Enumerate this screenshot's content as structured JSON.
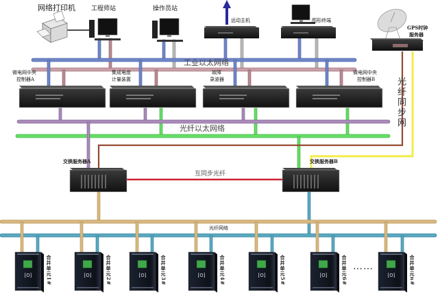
{
  "colors": {
    "industrial_ethernet_a": "#6f86c8",
    "industrial_ethernet_b": "#b98a92",
    "fiber_ethernet_a": "#a88bb8",
    "fiber_ethernet_b": "#66dd66",
    "fiber_sync": "#7a3a24",
    "fiber_sync_b": "#f2ec4a",
    "mutual_sync": "#cc2233",
    "fiber_network_a": "#d8b880",
    "fiber_network_b": "#5aa8c0",
    "uplink_arrow": "#2a2a9a",
    "device_body": "#1c1c1c",
    "gray_link": "#b8b8b8"
  },
  "top_devices": {
    "printer": "网络打印机",
    "engineer_station": "工程师站",
    "operator_station": "操作员站",
    "remote_host": "远动主机",
    "graphic_terminal": "图形终端",
    "gps_clock": [
      "GPS时钟",
      "服务器"
    ]
  },
  "networks": {
    "industrial_ethernet": "工业以太网络",
    "fiber_ethernet": "光纤以太网络",
    "fiber_sync": "光纤同步网",
    "mutual_sync": "互同步光纤",
    "fiber_network": "光纤网络"
  },
  "mid_devices": [
    {
      "name": [
        "微电网中央",
        "控制器A"
      ]
    },
    {
      "name": [
        "集成电度",
        "计量装置"
      ]
    },
    {
      "name": [
        "故障",
        "录波器"
      ]
    },
    {
      "name": [
        "微电网中央",
        "控制器B"
      ]
    }
  ],
  "switches": {
    "a": "交换服务器A",
    "b": "交换服务器B"
  },
  "merging_units": [
    {
      "label": "合并单元1#"
    },
    {
      "label": "合并单元2#"
    },
    {
      "label": "合并单元3#"
    },
    {
      "label": "合并单元4#"
    },
    {
      "label": "合并单元5#"
    },
    {
      "label": "合并单元6#"
    },
    {
      "label": "合并单元n#"
    }
  ],
  "ellipsis": "……"
}
